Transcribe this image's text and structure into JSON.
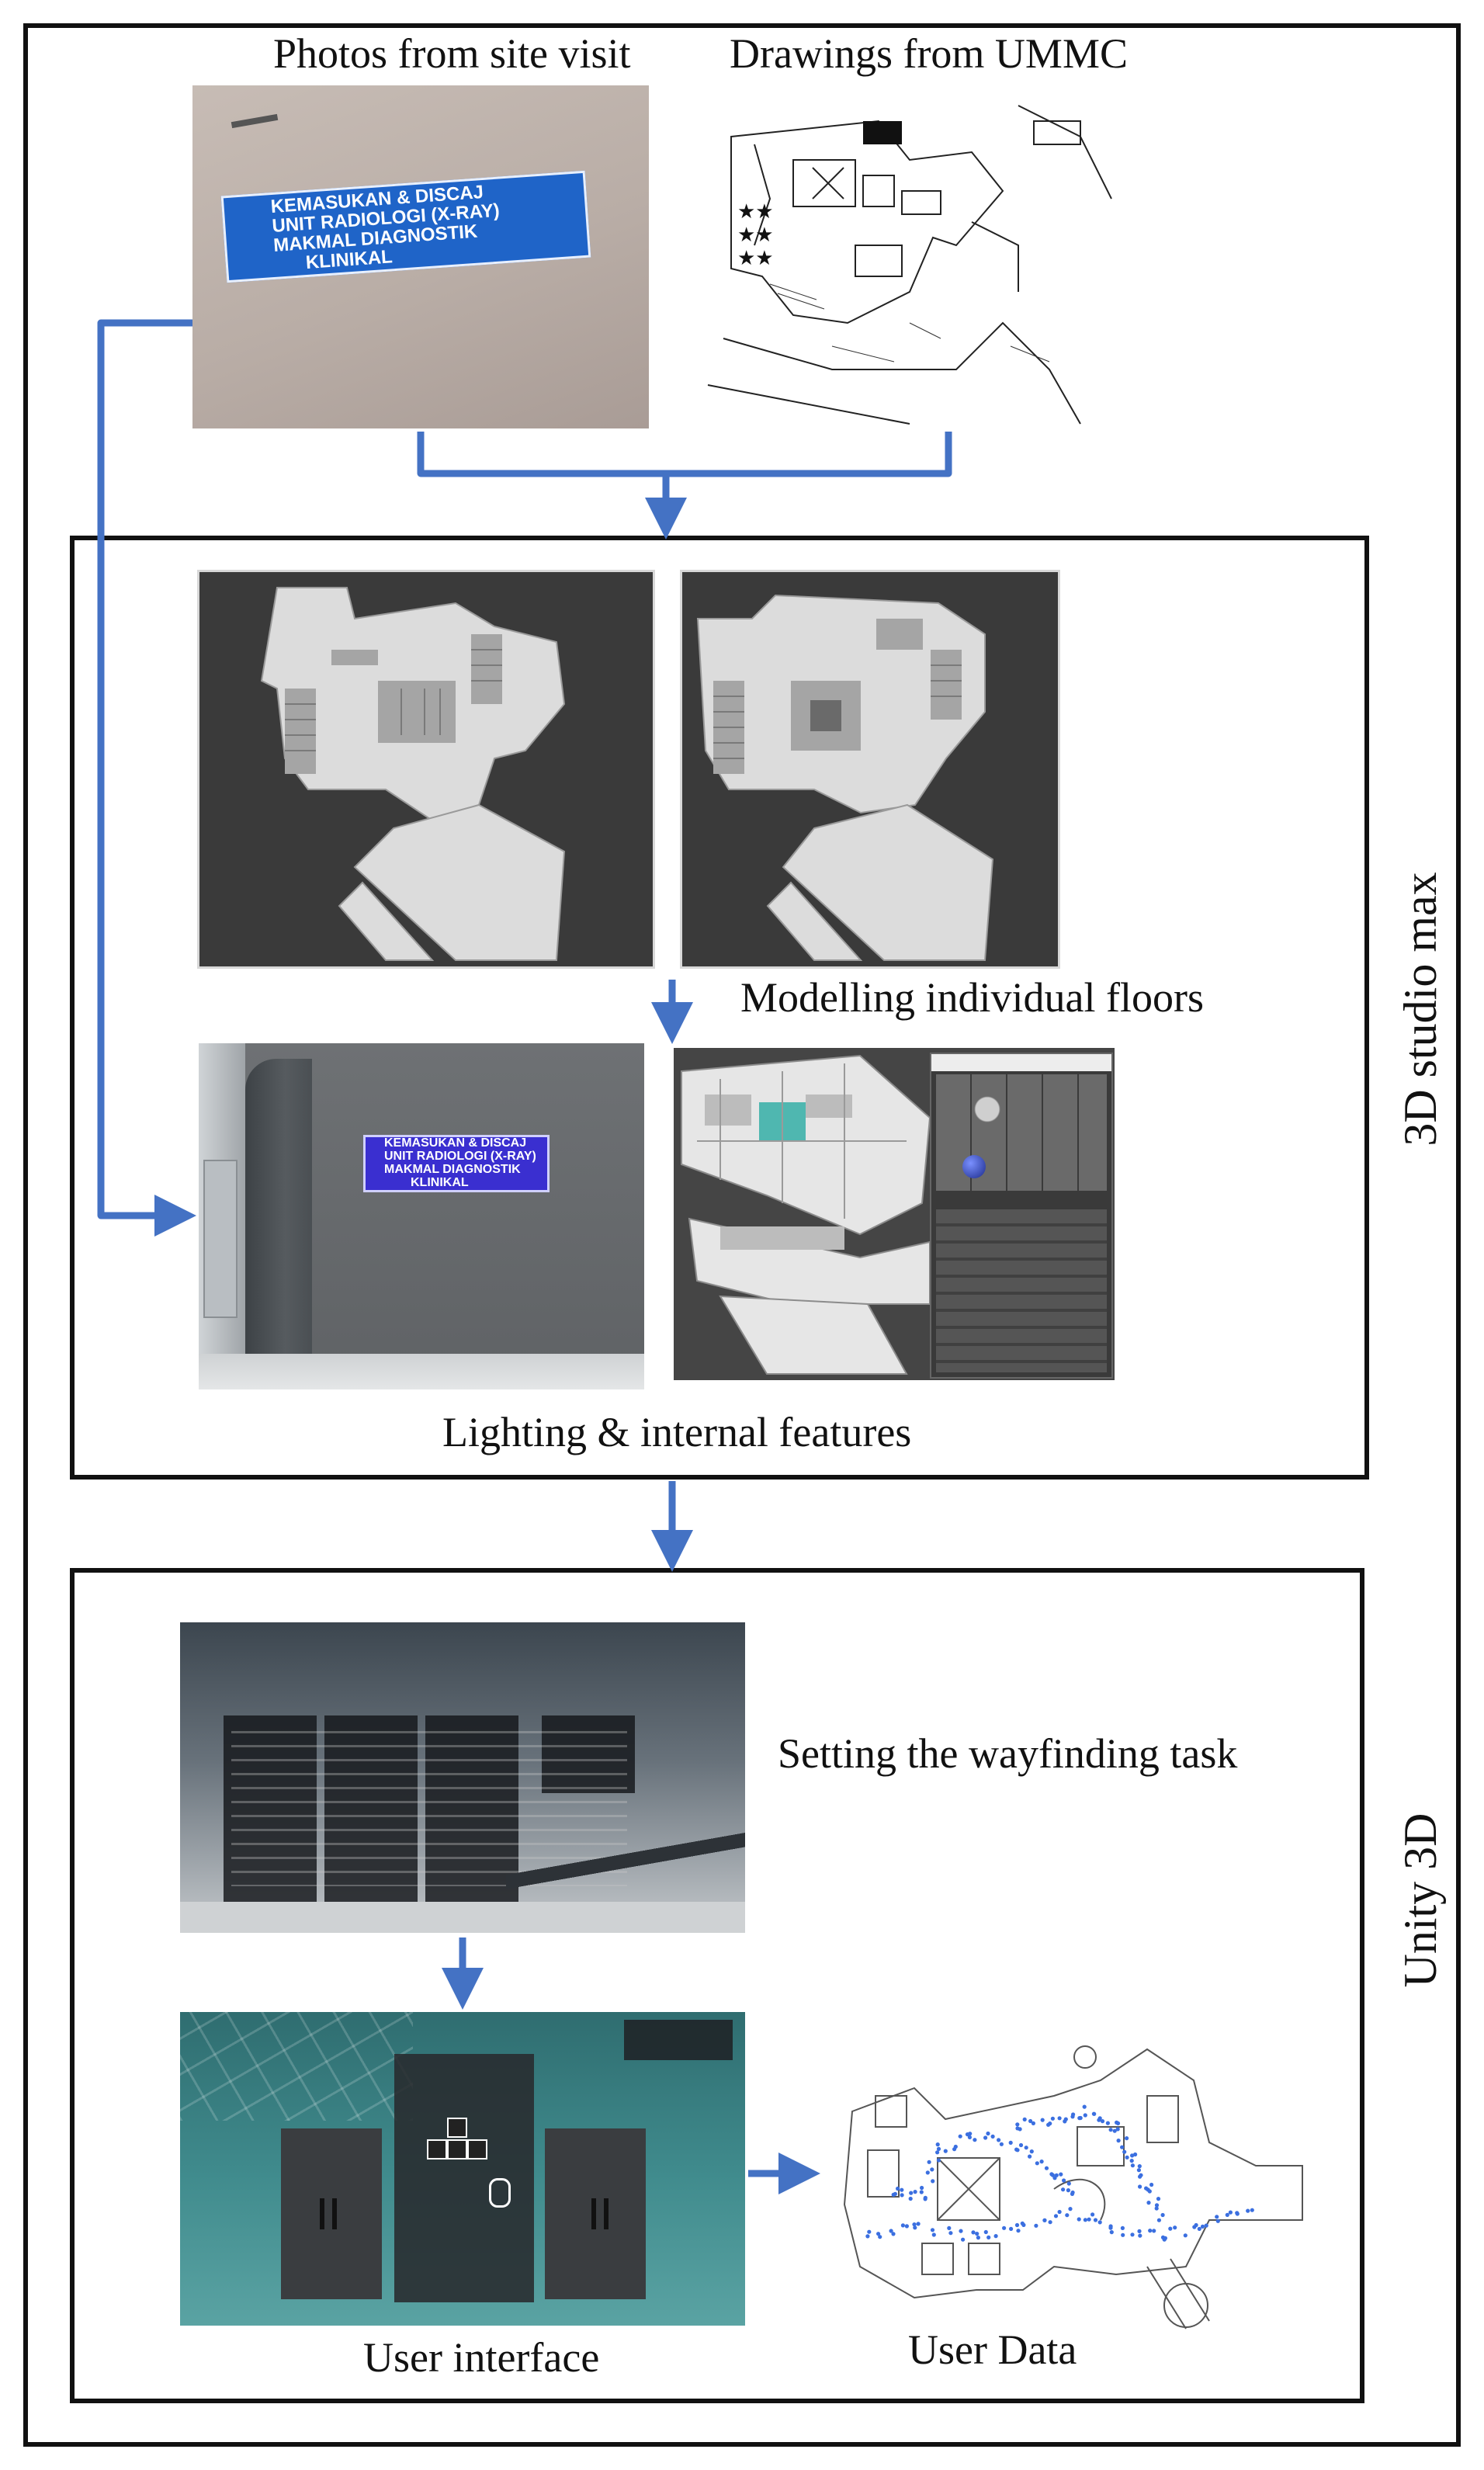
{
  "labels": {
    "photos": "Photos from site visit",
    "drawings": "Drawings  from UMMC",
    "modelling": "Modelling individual  floors",
    "lighting": "Lighting & internal features",
    "wayfinding": "Setting the wayfinding  task",
    "user_interface": "User interface",
    "user_data": "User Data"
  },
  "sections": {
    "studio": "3D studio max",
    "unity": "Unity 3D"
  },
  "sign": {
    "line1": "KEMASUKAN & DISCAJ",
    "line2": "UNIT RADIOLOGI (X-RAY)",
    "line3": "MAKMAL DIAGNOSTIK",
    "line4": "KLINIKAL"
  },
  "colors": {
    "arrow": "#4472c4",
    "frame": "#111111",
    "sign": "#1f64c8",
    "sign_render": "#3a2fd0"
  }
}
